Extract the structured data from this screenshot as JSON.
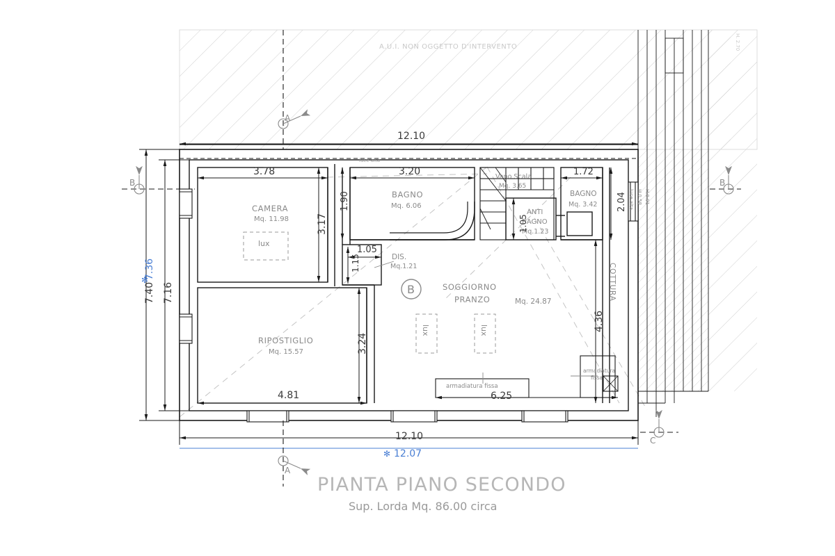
{
  "drawing": {
    "title": "PIANTA  PIANO SECONDO",
    "subtitle": "Sup. Lorda  Mq. 86.00 circa",
    "note_top": "A.U.I. NON OGGETTO D'INTERVENTO",
    "note_luce_alta": "luce alta",
    "colors": {
      "line": "#1a1a1a",
      "label_gray": "#8a8a8a",
      "dim_black": "#3a3a3a",
      "dim_blue": "#4a7fd4",
      "hatch": "#c9c9c9",
      "title_gray": "#b6b6b6"
    }
  },
  "rooms": [
    {
      "name": "CAMERA",
      "area": "Mq. 11.98"
    },
    {
      "name": "RIPOSTIGLIO",
      "area": "Mq. 15.57"
    },
    {
      "name": "BAGNO",
      "area": "Mq. 6.06"
    },
    {
      "name": "DIS.",
      "area": "Mq.1.21"
    },
    {
      "name": "SOGGIORNO",
      "area": "Mq. 24.87",
      "name2": "PRANZO"
    },
    {
      "name": "Vano Scala",
      "area": "Mq. 3.65"
    },
    {
      "name": "ANTI",
      "area": "Mq.1.23",
      "name2": "BAGNO"
    },
    {
      "name": "BAGNO",
      "area": "Mq. 3.42"
    }
  ],
  "labels": {
    "camera": "CAMERA",
    "camera_area": "Mq. 11.98",
    "ripostiglio": "RIPOSTIGLIO",
    "ripostiglio_area": "Mq. 15.57",
    "bagno_main": "BAGNO",
    "bagno_main_area": "Mq. 6.06",
    "dis": "DIS.",
    "dis_area": "Mq.1.21",
    "soggiorno": "SOGGIORNO",
    "pranzo": "PRANZO",
    "soggiorno_area": "Mq. 24.87",
    "vano_scala": "Vano Scala",
    "vano_scala_area": "Mq. 3.65",
    "anti": "ANTI",
    "anti_bagno": "BAGNO",
    "anti_area": "Mq.1.23",
    "bagno_small": "BAGNO",
    "bagno_small_area": "Mq. 3.42",
    "cottura": "COTTURA",
    "lux": "lux",
    "armadiatura": "armadiatura fissa",
    "armadiatura2a": "armadiatura",
    "armadiatura2b": "fissa",
    "marker_b": "B",
    "section_a": "A",
    "section_b": "B",
    "section_c": "C",
    "right_vert_1": "luce alta",
    "right_vert_2": "H.0.58",
    "right_vert_3": "H.0.91",
    "corner_h": "H. 2.70"
  },
  "dimensions": {
    "top_overall": "12.10",
    "bottom_overall": "12.10",
    "bottom_overall_blue": "12.07",
    "left_outer": "7.40",
    "left_outer_blue": "7.36",
    "left_inner": "7.16",
    "camera_width": "3.78",
    "camera_height": "3.17",
    "bagno_width": "3.20",
    "bagno_height": "1.90",
    "dis_width": "1.05",
    "dis_height": "1.15",
    "ripostiglio_width": "4.81",
    "ripostiglio_height": "3.24",
    "bagno_small_width": "1.72",
    "bagno_small_height": "2.04",
    "anti_height": "1.05",
    "cottura_height": "4.36",
    "armadiatura_width": "6.25"
  }
}
